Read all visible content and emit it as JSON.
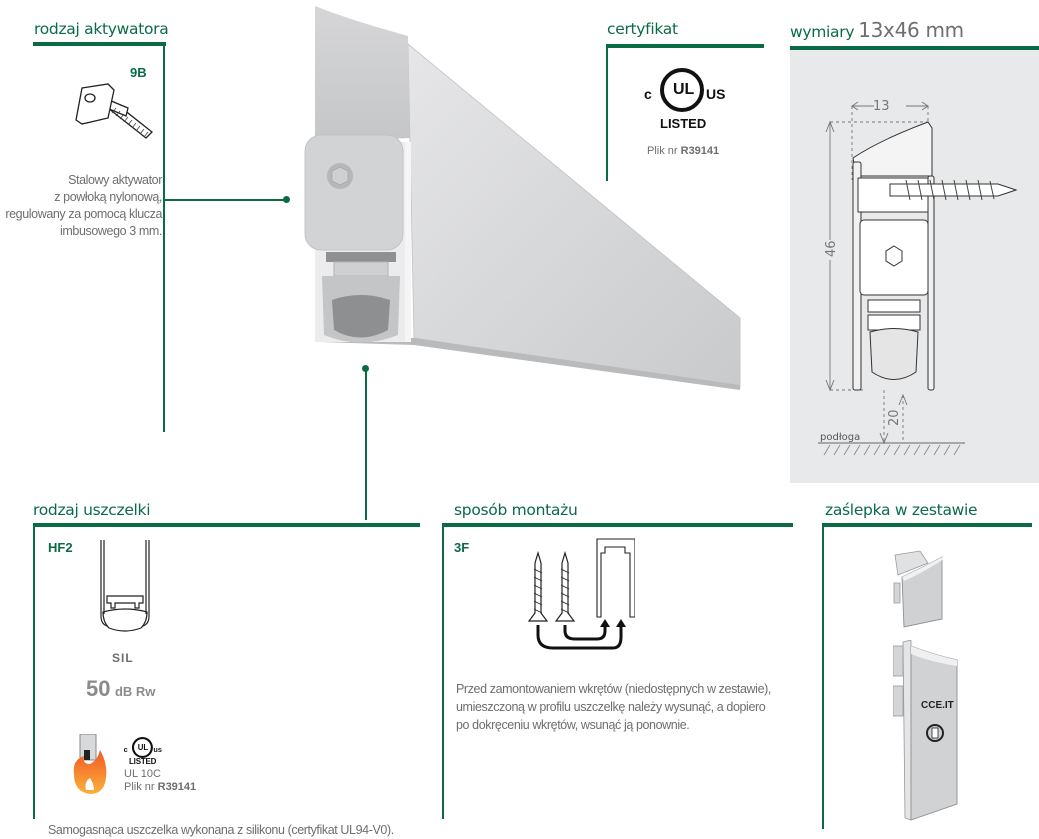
{
  "actuator": {
    "title": "rodzaj aktywatora",
    "code": "9B",
    "icon": "actuator-screw-icon",
    "description": [
      "Stalowy aktywator",
      "z powłoką nylonową,",
      "regulowany za pomocą klucza",
      "imbusowego 3 mm."
    ]
  },
  "certificate": {
    "title": "certyfikat",
    "logo": {
      "c": "c",
      "ul": "UL",
      "us": "US",
      "listed": "LISTED"
    },
    "file_label": "Plik nr",
    "file_number": "R39141"
  },
  "dimensions": {
    "title": "wymiary",
    "size": "13x46 mm",
    "width_label": "13",
    "height_label": "46",
    "gap_label": "20",
    "floor_label": "podłoga"
  },
  "seal": {
    "title": "rodzaj uszczelki",
    "code": "HF2",
    "material": "SIL",
    "sound_value": "50",
    "sound_unit": "dB Rw",
    "fire_icon": "fire-icon",
    "logo": {
      "c": "c",
      "ul": "UL",
      "us": "us",
      "listed": "LISTED"
    },
    "standard": "UL 10C",
    "file_label": "Plik nr",
    "file_number": "R39141",
    "footer": "Samogasnąca uszczelka wykonana z silikonu (certyfikat UL94-V0)."
  },
  "mounting": {
    "title": "sposób montażu",
    "code": "3F",
    "description": [
      "Przed zamontowaniem wkrętów (niedostępnych w zestawie),",
      "umieszczoną w profilu uszczelkę należy wysunąć, a dopiero",
      "po dokręceniu wkrętów, wsunąć ją ponownie."
    ]
  },
  "endcap": {
    "title": "zaślepka w zestawie",
    "brand": "CCE.IT"
  },
  "colors": {
    "accent": "#0b6b45",
    "text": "#6d6e71",
    "panel": "#e8e9eb"
  }
}
